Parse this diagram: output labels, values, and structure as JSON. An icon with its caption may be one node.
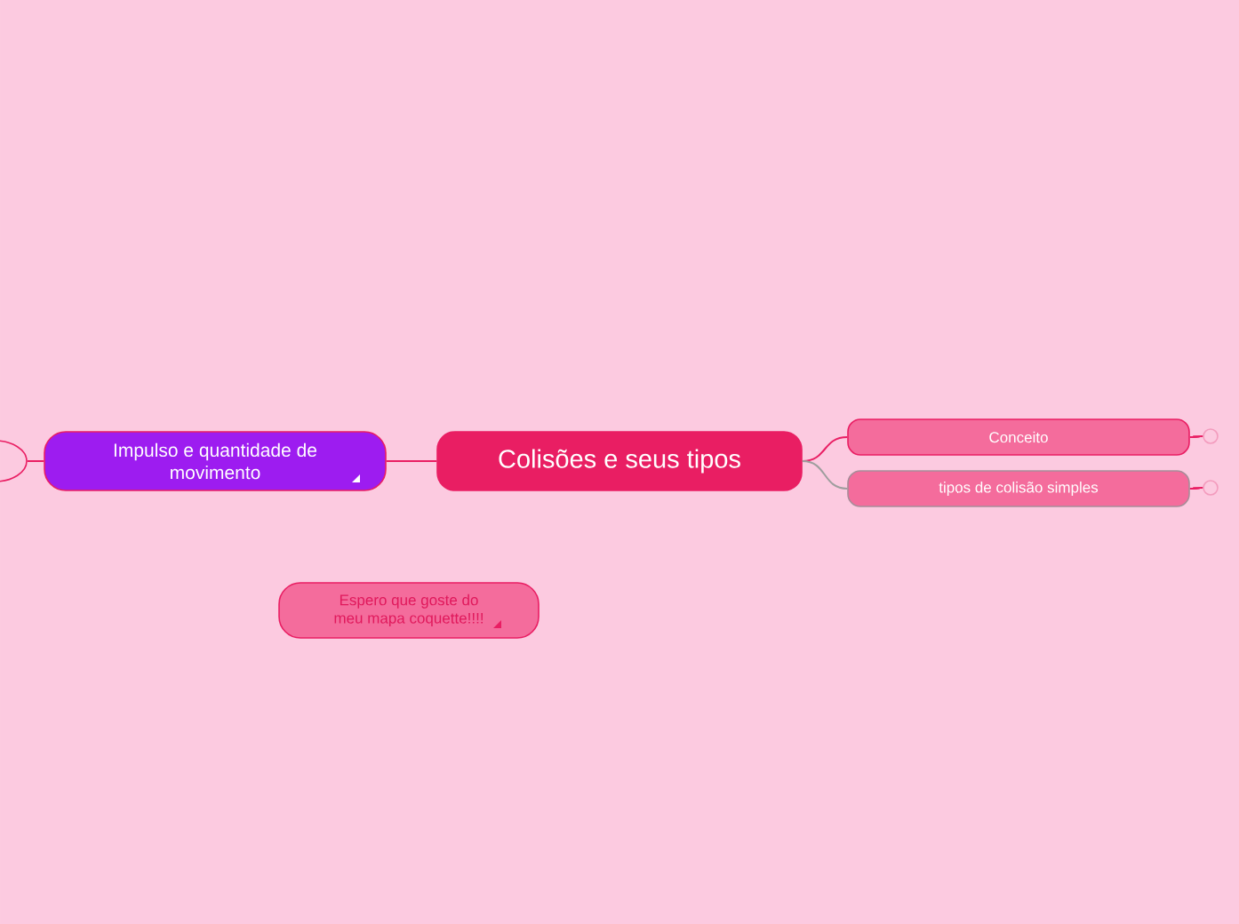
{
  "diagram": {
    "nodes": [
      {
        "text": [
          "Colisões e seus tipos"
        ]
      },
      {
        "text": [
          "Conceito"
        ]
      },
      {
        "text": [
          "tipos de colisão simples"
        ]
      },
      {
        "text": [
          "Impulso e quantidade de movimento"
        ]
      },
      {
        "text": [
          "Espero que goste do meu mapa coquette!!!!"
        ]
      },
      {
        "text": [],
        "shape": "ellipse"
      },
      {
        "text": [],
        "shape": "circle"
      },
      {
        "text": [],
        "shape": "circle"
      }
    ],
    "edges": [
      {
        "from": 0,
        "to": 1,
        "arrow": "none"
      },
      {
        "from": 0,
        "to": 2,
        "arrow": "none",
        "color": "#9e9e9e"
      },
      {
        "from": 0,
        "to": 3,
        "arrow": "none"
      },
      {
        "from": 3,
        "to": 5,
        "arrow": "none"
      },
      {
        "from": 1,
        "to": 6,
        "arrow": "none"
      },
      {
        "from": 2,
        "to": 7,
        "arrow": "none"
      }
    ]
  }
}
